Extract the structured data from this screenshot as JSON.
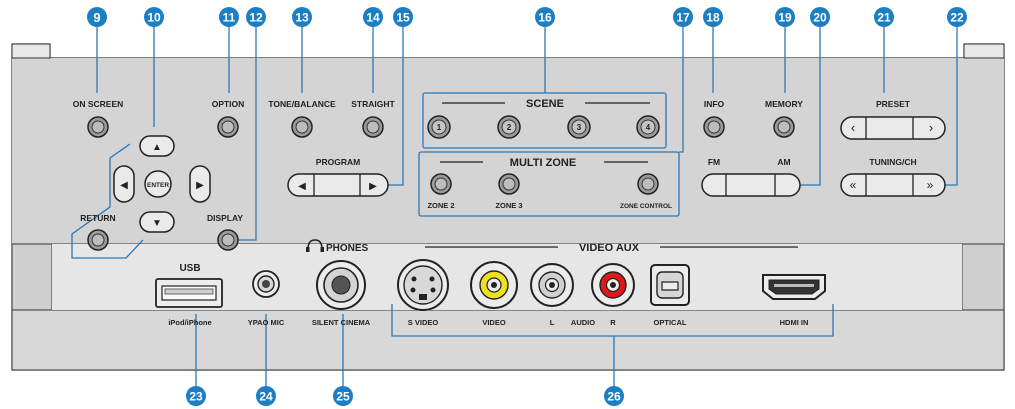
{
  "callouts": [
    "9",
    "10",
    "11",
    "12",
    "13",
    "14",
    "15",
    "16",
    "17",
    "18",
    "19",
    "20",
    "21",
    "22",
    "23",
    "24",
    "25",
    "26"
  ],
  "labels": {
    "on_screen": "ON SCREEN",
    "option": "OPTION",
    "tone_balance": "TONE/BALANCE",
    "straight": "STRAIGHT",
    "scene_title": "SCENE",
    "info": "INFO",
    "memory": "MEMORY",
    "preset": "PRESET",
    "program": "PROGRAM",
    "multi_zone_title": "MULTI ZONE",
    "fm": "FM",
    "am": "AM",
    "tuning_ch": "TUNING/CH",
    "return": "RETURN",
    "display": "DISPLAY",
    "enter": "ENTER",
    "zone2": "ZONE 2",
    "zone3": "ZONE 3",
    "zone_control": "ZONE CONTROL",
    "phones": "PHONES",
    "video_aux": "VIDEO AUX",
    "usb": "USB",
    "ipod_iphone": "iPod/iPhone",
    "ypao_mic": "YPAO MIC",
    "silent_cinema": "SILENT CINEMA",
    "s_video": "S VIDEO",
    "video": "VIDEO",
    "l": "L",
    "audio": "AUDIO",
    "r": "R",
    "optical": "OPTICAL",
    "hdmi_in": "HDMI IN"
  },
  "scene_buttons": [
    "1",
    "2",
    "3",
    "4"
  ],
  "symbols": {
    "up": "▲",
    "down": "▼",
    "left": "◀",
    "right": "▶",
    "prev": "‹",
    "next": "›",
    "rew": "«",
    "ff": "»"
  },
  "colors": {
    "callout": "#1c7fc4",
    "panel": "#dadada",
    "video_jack": "#f0e020",
    "audio_r_jack": "#e01818"
  }
}
